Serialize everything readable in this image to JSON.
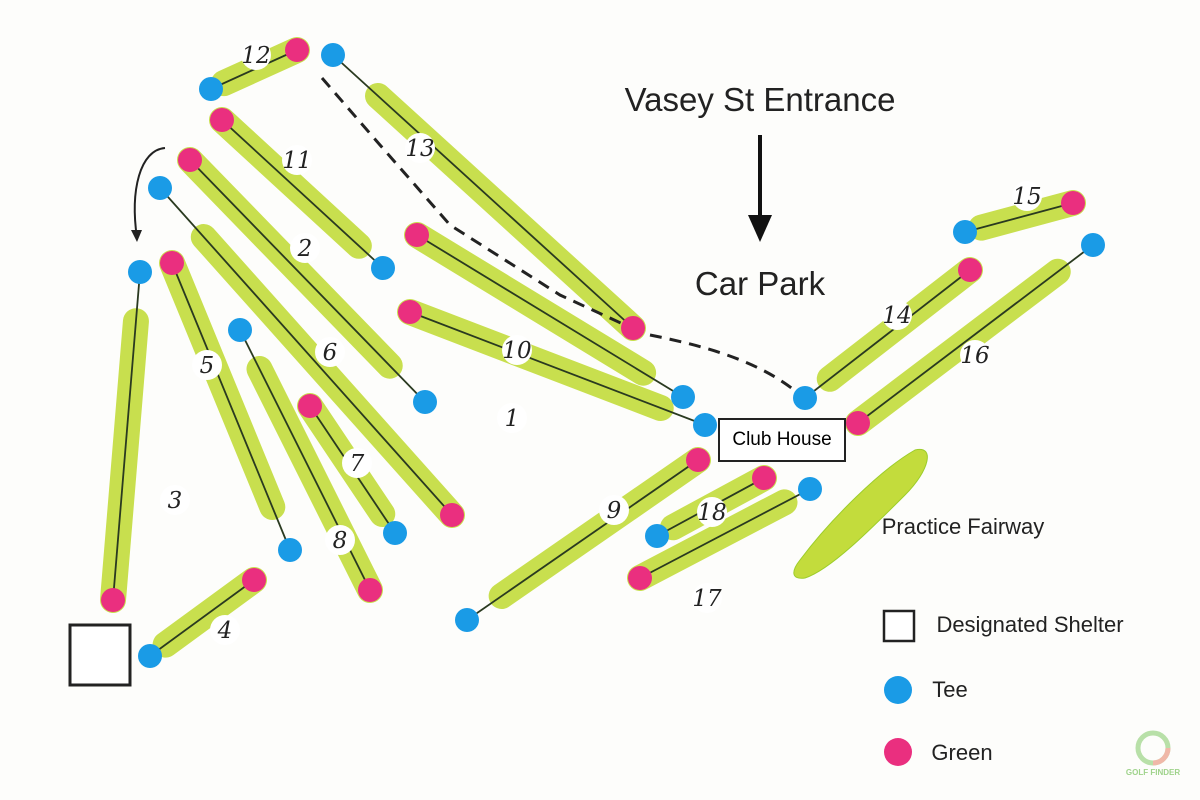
{
  "title": "Vasey St Entrance",
  "car_park": "Car Park",
  "club_house": "Club House",
  "practice_fairway": "Practice Fairway",
  "holes": [
    "1",
    "2",
    "3",
    "4",
    "5",
    "6",
    "7",
    "8",
    "9",
    "10",
    "11",
    "12",
    "13",
    "14",
    "15",
    "16",
    "17",
    "18"
  ],
  "legend": {
    "shelter": "Designated Shelter",
    "tee": "Tee",
    "green": "Green"
  },
  "colors": {
    "tee": "#1a9be6",
    "green": "#ea2f7f",
    "fairway": "#c3dc3c",
    "fairway_edge": "#9ccd2a"
  },
  "watermark": "GOLF FINDER"
}
